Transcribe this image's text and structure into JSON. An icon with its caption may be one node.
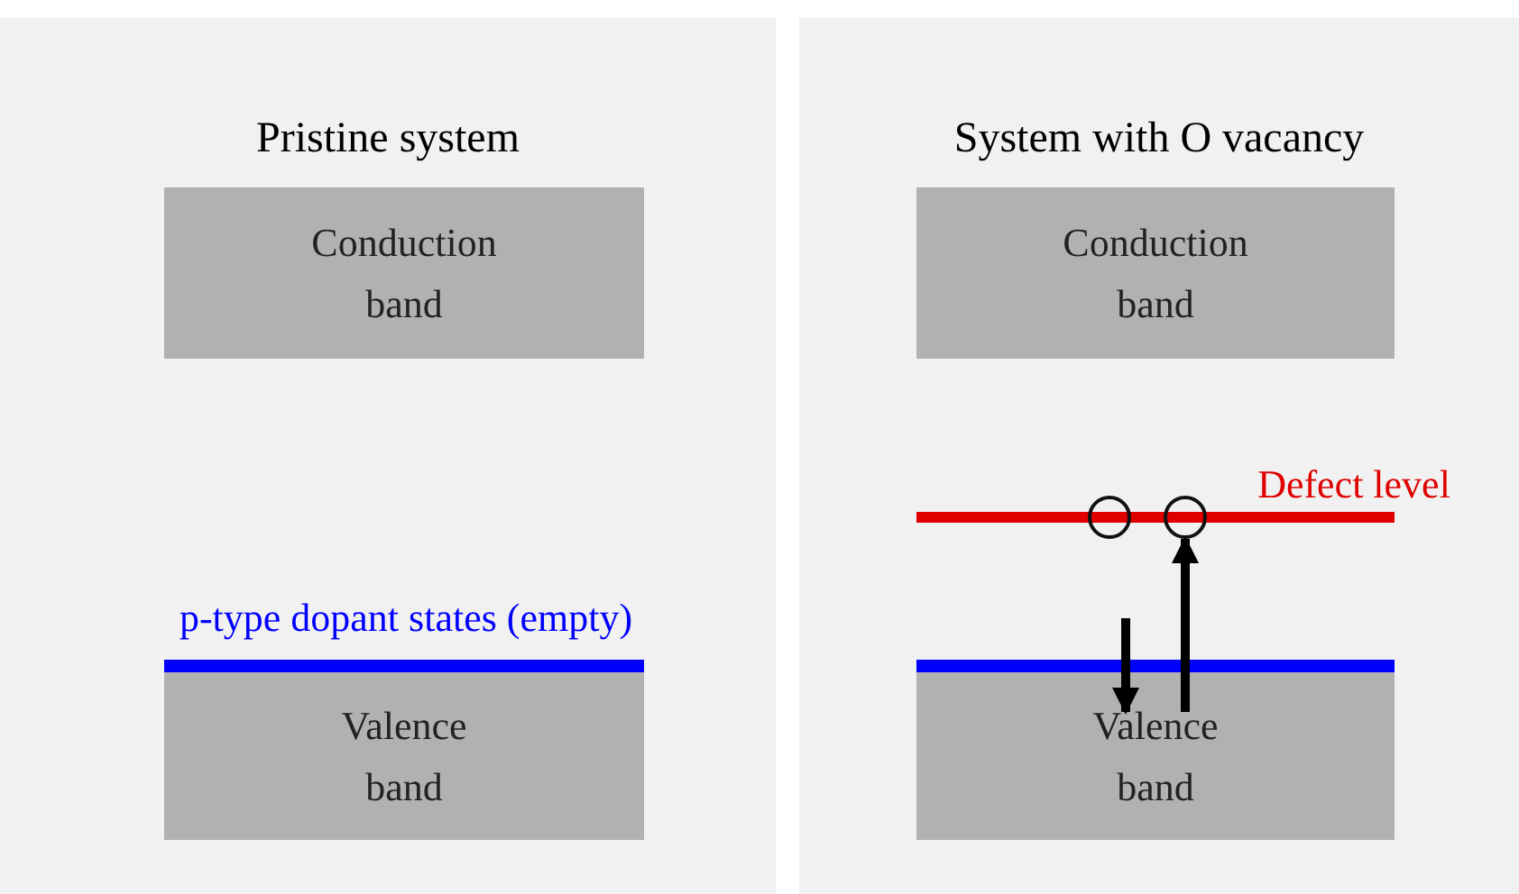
{
  "diagram": {
    "nodes": [
      {
        "text": [
          "Pristine system"
        ]
      },
      {
        "text": [
          "Conduction band"
        ],
        "in": 0
      },
      {
        "text": [
          "p-type dopant states (empty)"
        ],
        "in": 0
      },
      {
        "text": [
          "Valence band"
        ],
        "in": 0
      },
      {
        "text": [
          "System with O vacancy"
        ]
      },
      {
        "text": [
          "Conduction band"
        ],
        "in": 4
      },
      {
        "text": [
          "Defect level"
        ],
        "in": 4
      },
      {
        "text": [],
        "shape": "circle",
        "in": 4
      },
      {
        "text": [],
        "shape": "circle",
        "in": 4
      },
      {
        "text": [],
        "shape": "bar",
        "in": 4
      },
      {
        "text": [
          "Valence band"
        ],
        "in": 4
      }
    ],
    "edges": [
      {
        "from": null,
        "to": 10,
        "arrow": "to"
      },
      {
        "from": 10,
        "to": 8,
        "arrow": "to"
      }
    ]
  }
}
